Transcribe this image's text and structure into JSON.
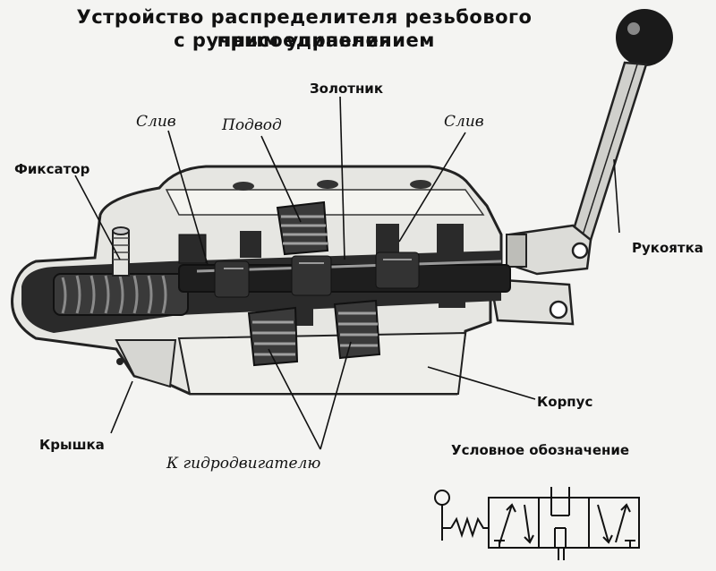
{
  "title": {
    "line1": "Устройство распределителя резьбового присоединения",
    "line2": "с ручным управлением"
  },
  "labels": {
    "spool": "Золотник",
    "drain_left": "Слив",
    "supply": "Подвод",
    "drain_right": "Слив",
    "latch": "Фиксатор",
    "handle": "Рукоятка",
    "body": "Корпус",
    "cover": "Крышка",
    "to_motor": "К гидродвигателю",
    "symbol": "Условное обозначение"
  }
}
